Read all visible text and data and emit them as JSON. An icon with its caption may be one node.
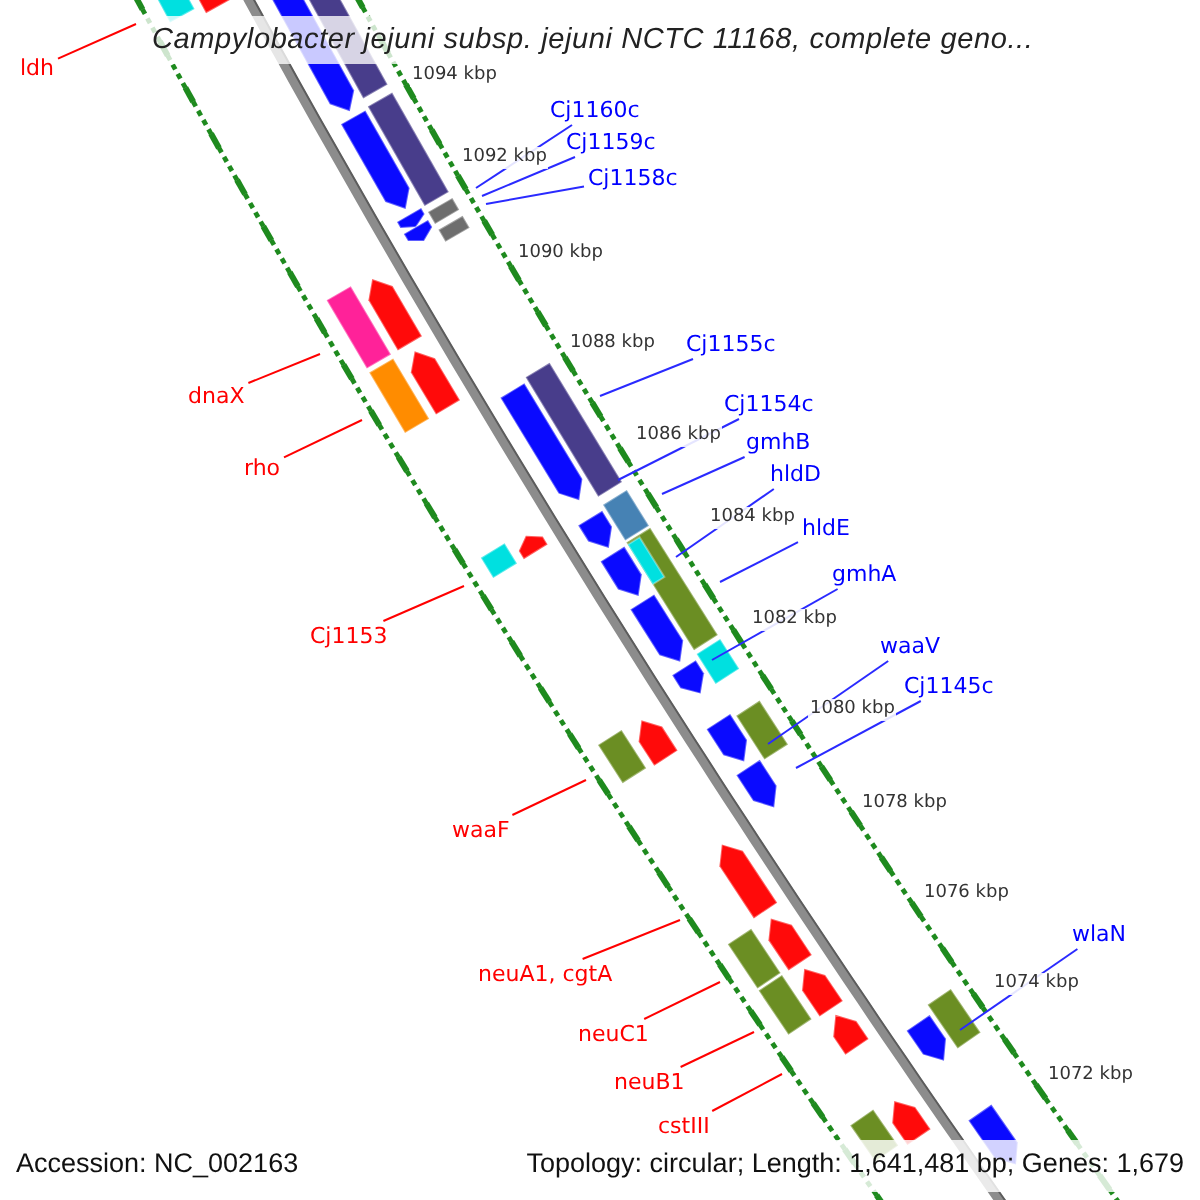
{
  "diagram": {
    "title": "Campylobacter jejuni subsp. jejuni NCTC 11168, complete geno...",
    "nodes": [
      {
        "text": [
          "ldh"
        ]
      },
      {
        "text": [
          "Cj1160c"
        ]
      },
      {
        "text": [
          "Cj1159c"
        ]
      },
      {
        "text": [
          "Cj1158c"
        ]
      },
      {
        "text": [
          "Cj1155c"
        ]
      },
      {
        "text": [
          "dnaX"
        ]
      },
      {
        "text": [
          "Cj1154c"
        ]
      },
      {
        "text": [
          "gmhB"
        ]
      },
      {
        "text": [
          "rho"
        ]
      },
      {
        "text": [
          "hldD"
        ]
      },
      {
        "text": [
          "hldE"
        ]
      },
      {
        "text": [
          "gmhA"
        ]
      },
      {
        "text": [
          "Cj1153"
        ]
      },
      {
        "text": [
          "waaV"
        ]
      },
      {
        "text": [
          "Cj1145c"
        ]
      },
      {
        "text": [
          "waaF"
        ]
      },
      {
        "text": [
          "wlaN"
        ]
      },
      {
        "text": [
          "neuA1, cgtA"
        ]
      },
      {
        "text": [
          "neuC1"
        ]
      },
      {
        "text": [
          "neuB1"
        ]
      },
      {
        "text": [
          "cstIII"
        ]
      }
    ],
    "edges": [
      {
        "from": 0,
        "to": null,
        "arrow": "none",
        "color": "#ff0000"
      },
      {
        "from": 1,
        "to": null,
        "arrow": "none"
      },
      {
        "from": 2,
        "to": null,
        "arrow": "none"
      },
      {
        "from": 3,
        "to": null,
        "arrow": "none"
      },
      {
        "from": 4,
        "to": null,
        "arrow": "none"
      },
      {
        "from": 5,
        "to": null,
        "arrow": "none",
        "color": "#ff0000"
      },
      {
        "from": 6,
        "to": null,
        "arrow": "none"
      },
      {
        "from": 7,
        "to": null,
        "arrow": "none"
      },
      {
        "from": 8,
        "to": null,
        "arrow": "none",
        "color": "#ff0000"
      },
      {
        "from": 9,
        "to": null,
        "arrow": "none"
      },
      {
        "from": 10,
        "to": null,
        "arrow": "none"
      },
      {
        "from": 11,
        "to": null,
        "arrow": "none"
      },
      {
        "from": 12,
        "to": null,
        "arrow": "none",
        "color": "#ff0000"
      },
      {
        "from": 13,
        "to": null,
        "arrow": "none"
      },
      {
        "from": 14,
        "to": null,
        "arrow": "none"
      },
      {
        "from": 15,
        "to": null,
        "arrow": "none",
        "color": "#ff0000"
      },
      {
        "from": 16,
        "to": null,
        "arrow": "none"
      },
      {
        "from": 17,
        "to": null,
        "arrow": "none",
        "color": "#ff0000"
      },
      {
        "from": 18,
        "to": null,
        "arrow": "none",
        "color": "#ff0000"
      },
      {
        "from": 19,
        "to": null,
        "arrow": "none",
        "color": "#ff0000"
      },
      {
        "from": 20,
        "to": null,
        "arrow": "none",
        "color": "#ff0000"
      }
    ],
    "labels": [
      "1094 kbp",
      "1092 kbp",
      "1090 kbp",
      "1088 kbp",
      "1086 kbp",
      "1084 kbp",
      "1082 kbp",
      "1080 kbp",
      "1078 kbp",
      "1076 kbp",
      "1074 kbp",
      "1072 kbp",
      "Accession: NC_002163",
      "Topology: circular; Length: 1,641,481 bp; Genes: 1,679"
    ]
  }
}
